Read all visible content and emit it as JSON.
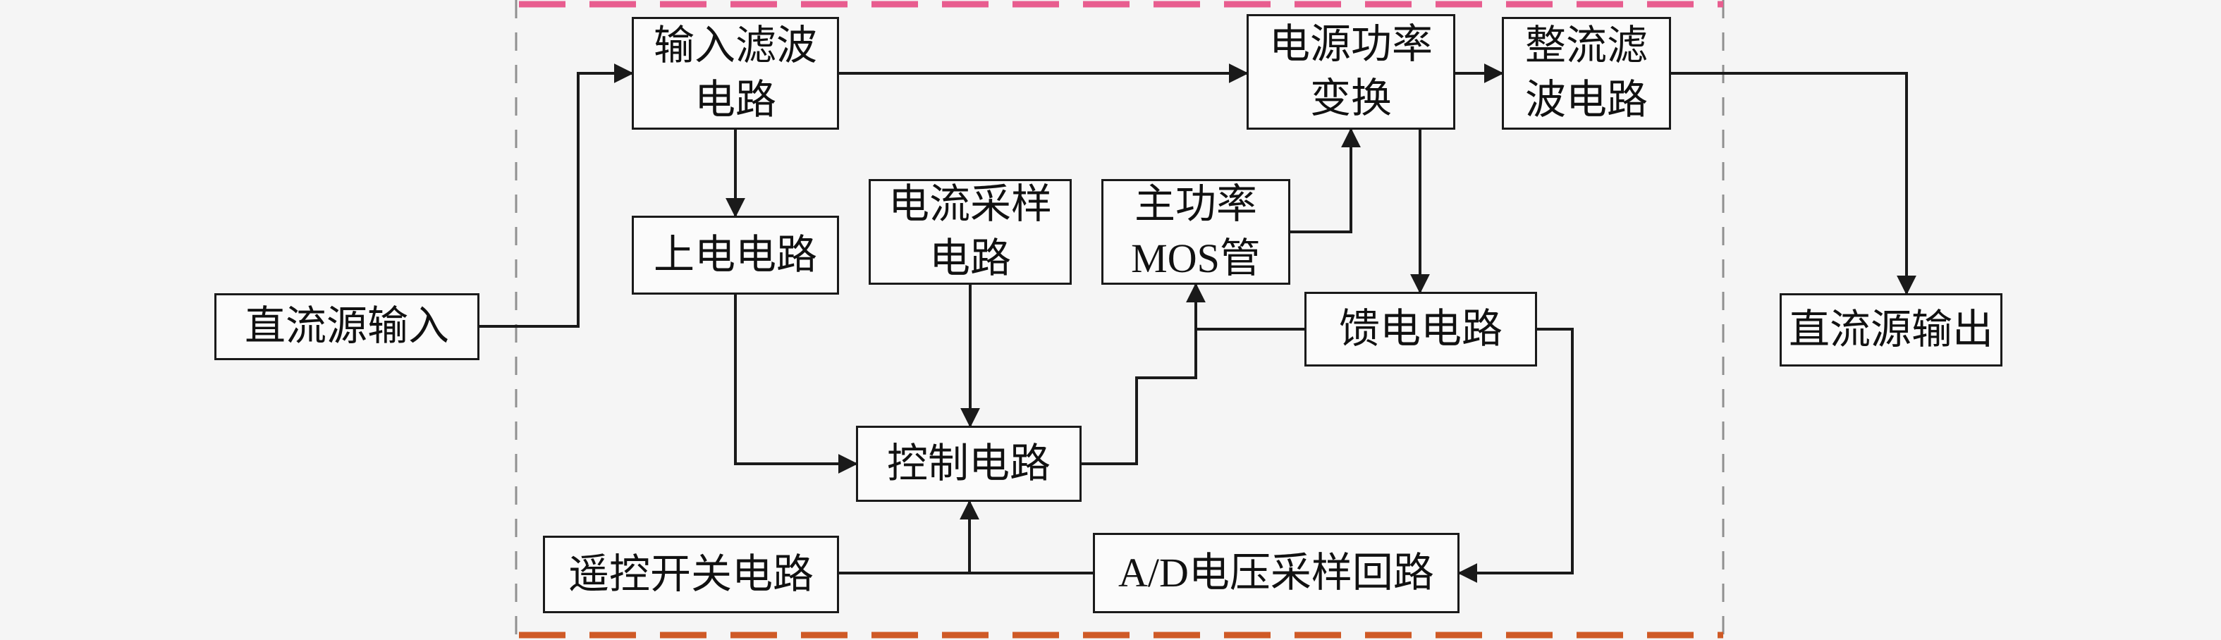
{
  "figure": {
    "type": "block-diagram",
    "description_labels_only": true
  },
  "nodes": {
    "dc_input": "直流源输入",
    "input_filter": "输入滤波\n电路",
    "power_on": "上电电路",
    "current_sample": "电流采样\n电路",
    "mos": "主功率\nMOS管",
    "power_conv": "电源功率\n变换",
    "rectifier": "整流滤\n波电路",
    "feed": "馈电电路",
    "control": "控制电路",
    "remote": "遥控开关电路",
    "ad": "A/D电压采样回路",
    "dc_output": "直流源输出"
  },
  "colors": {
    "background": "#f5f5f5",
    "box_fill": "#fbfbfb",
    "box_border": "#1a1a1a",
    "connector": "#1a1a1a",
    "boundary_top": "#e85d8f",
    "boundary_bottom": "#cf5a26",
    "boundary_side": "#909090"
  }
}
